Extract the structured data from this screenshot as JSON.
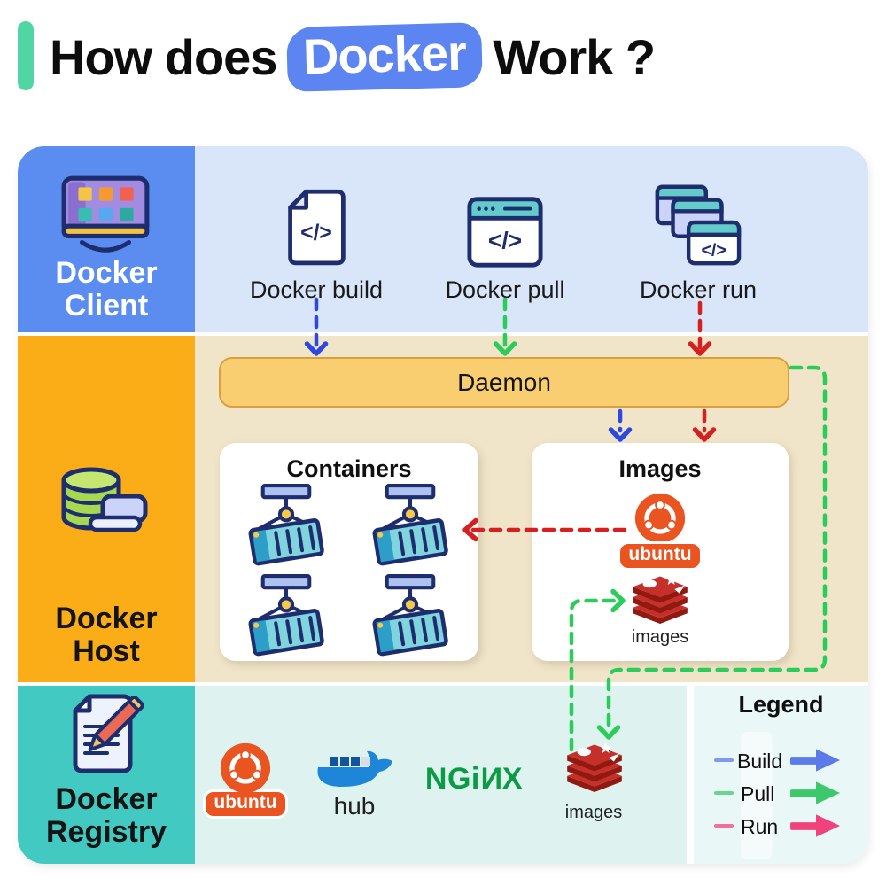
{
  "title": {
    "prefix": "How does",
    "highlight": "Docker",
    "suffix": "Work ?"
  },
  "client": {
    "label_line1": "Docker",
    "label_line2": "Client",
    "actions": [
      {
        "label": "Docker build"
      },
      {
        "label": "Docker pull"
      },
      {
        "label": "Docker run"
      }
    ],
    "code_glyph": "</>"
  },
  "host": {
    "label_line1": "Docker",
    "label_line2": "Host",
    "daemon_label": "Daemon",
    "containers_title": "Containers",
    "images_title": "Images",
    "ubuntu_wordmark": "ubuntu",
    "images_caption": "images"
  },
  "registry": {
    "label_line1": "Docker",
    "label_line2": "Registry",
    "ubuntu_wordmark": "ubuntu",
    "hub_caption": "hub",
    "nginx": {
      "p1": "NG",
      "p2": "i",
      "p3": "N",
      "p4": "X"
    },
    "images_caption": "images"
  },
  "legend": {
    "title": "Legend",
    "entries": [
      {
        "label": "Build",
        "color": "#5b7be8"
      },
      {
        "label": "Pull",
        "color": "#3dc96b"
      },
      {
        "label": "Run",
        "color": "#f0437e"
      }
    ]
  },
  "colors": {
    "accent_bar": "#4fd6a3",
    "title_highlight": "#5c85f1",
    "client_sidebar": "#5b8cf0",
    "client_bg": "#d9e5f8",
    "host_sidebar": "#fbad18",
    "host_bg": "#f0e4c9",
    "registry_sidebar": "#42c9c1",
    "registry_bg": "#def3f0",
    "legend_bg": "#e9f7f6",
    "daemon_fill": "#f9ce70",
    "daemon_border": "#d99f3c",
    "build_arrow": "#2b49e0",
    "pull_arrow": "#2bcd5a",
    "run_arrow": "#d81f1f"
  }
}
